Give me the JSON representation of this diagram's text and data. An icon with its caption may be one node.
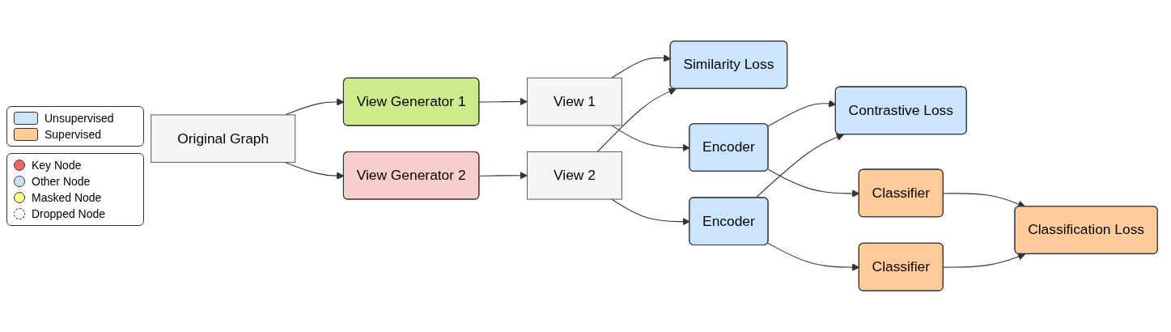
{
  "diagram": {
    "nodes": [
      {
        "text": [
          "Original Graph"
        ]
      },
      {
        "text": [
          "View Generator 1"
        ]
      },
      {
        "text": [
          "View Generator 2"
        ]
      },
      {
        "text": [
          "View 1"
        ]
      },
      {
        "text": [
          "View 2"
        ]
      },
      {
        "text": [
          "Similarity Loss"
        ]
      },
      {
        "text": [
          "Encoder"
        ]
      },
      {
        "text": [
          "Encoder"
        ]
      },
      {
        "text": [
          "Contrastive Loss"
        ]
      },
      {
        "text": [
          "Classifier"
        ]
      },
      {
        "text": [
          "Classifier"
        ]
      },
      {
        "text": [
          "Classification Loss"
        ]
      }
    ],
    "edges": [
      {
        "from": 0,
        "to": 1,
        "arrow": "to"
      },
      {
        "from": 0,
        "to": 2,
        "arrow": "to"
      },
      {
        "from": 1,
        "to": 3,
        "arrow": "to"
      },
      {
        "from": 2,
        "to": 4,
        "arrow": "to"
      },
      {
        "from": 3,
        "to": 5,
        "arrow": "to"
      },
      {
        "from": 4,
        "to": 5,
        "arrow": "to"
      },
      {
        "from": 3,
        "to": 6,
        "arrow": "to"
      },
      {
        "from": 4,
        "to": 7,
        "arrow": "to"
      },
      {
        "from": 6,
        "to": 8,
        "arrow": "to"
      },
      {
        "from": 7,
        "to": 8,
        "arrow": "to"
      },
      {
        "from": 6,
        "to": 9,
        "arrow": "to"
      },
      {
        "from": 7,
        "to": 10,
        "arrow": "to"
      },
      {
        "from": 9,
        "to": 11,
        "arrow": "to"
      },
      {
        "from": 10,
        "to": 11,
        "arrow": "to"
      }
    ],
    "legend": [
      {
        "text": "Unsupervised",
        "color": "#cce5ff"
      },
      {
        "text": "Supervised",
        "color": "#ffcc99"
      },
      {
        "text": "Key Node",
        "color": "#ea6b66"
      },
      {
        "text": "Other Node",
        "color": "#cce5ff"
      },
      {
        "text": "Masked Node",
        "color": "#ffff88"
      },
      {
        "text": "Dropped Node"
      }
    ]
  }
}
